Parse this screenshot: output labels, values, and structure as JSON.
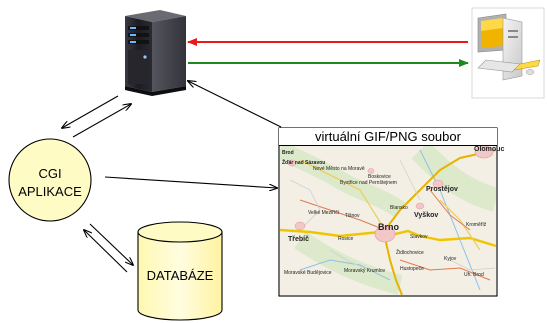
{
  "diagram": {
    "cgi_app": {
      "line1": "CGI",
      "line2": "APLIKACE"
    },
    "database": {
      "label": "DATABÁZE"
    },
    "map_file": {
      "caption": "virtuální GIF/PNG soubor",
      "places": {
        "brod": "Brod",
        "zdar": "Žďár nad Sázavou",
        "nove_mesto": "Nové Město na Moravě",
        "bystrice": "Bystřice nad Pernštejnem",
        "blansko": "Blansko",
        "boskovice": "Boskovice",
        "prostejov": "Prostějov",
        "olomouc": "Olomouc",
        "velke_mezirici": "Velké Meziříčí",
        "tisnov": "Tišnov",
        "vyskov": "Vyškov",
        "brno": "Brno",
        "trebic": "Třebíč",
        "rosice": "Rosice",
        "slavkov": "Slavkov",
        "kromeriz": "Kroměříž",
        "moravske_budejovice": "Moravské Budějovice",
        "moravsky_krumlov": "Moravský Krumlov",
        "hustopece": "Hustopeče",
        "kyjov": "Kyjov",
        "zidlochovice": "Židlochovice",
        "uhersky_brod": "Uh. Brod"
      }
    }
  },
  "colors": {
    "request_arrow": "#e8191c",
    "response_arrow": "#1e8a1e",
    "connector": "#000000",
    "database_fill": "#fff8b0",
    "server_body": "#1e1e24"
  },
  "icons": {
    "server": "server-tower-icon",
    "client": "desktop-computer-icon"
  }
}
